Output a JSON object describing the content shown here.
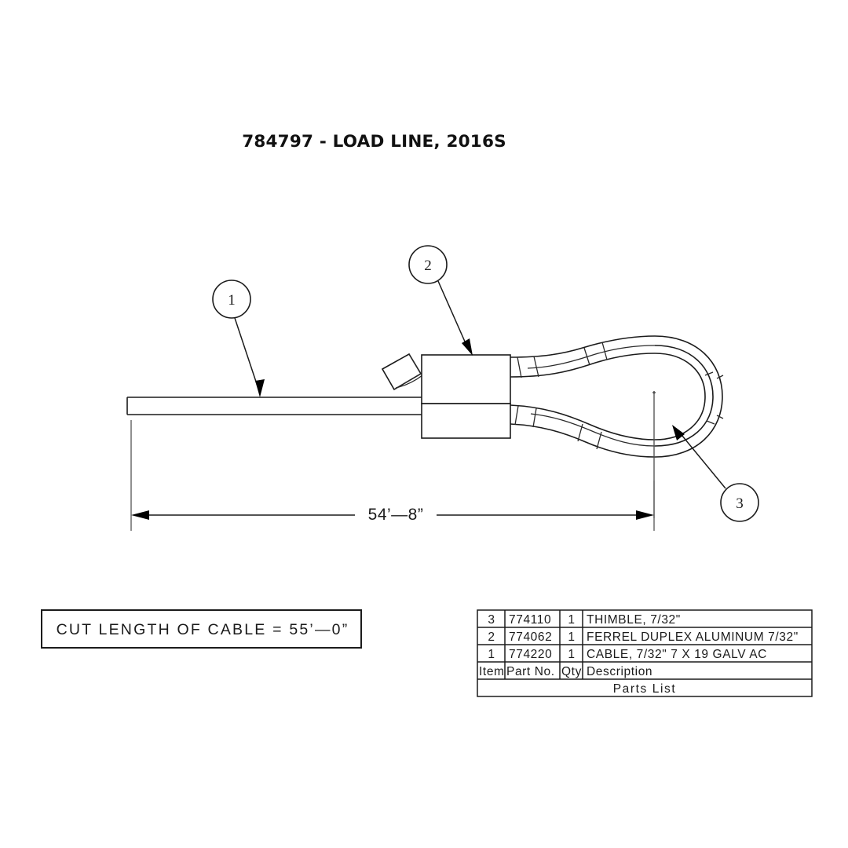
{
  "title": "784797 - LOAD LINE, 2016S",
  "drawing": {
    "name": "load-line-cable-assembly",
    "balloons": [
      {
        "id": "1",
        "label": "1",
        "refers_to": "cable"
      },
      {
        "id": "2",
        "label": "2",
        "refers_to": "ferrel-duplex-aluminum"
      },
      {
        "id": "3",
        "label": "3",
        "refers_to": "thimble"
      }
    ],
    "dimension": {
      "label": "54’—8”",
      "description": "overall assembled length"
    }
  },
  "note_box": {
    "text": "CUT  LENGTH  OF  CABLE  =  55’—0”"
  },
  "parts_list": {
    "title": "Parts  List",
    "columns": [
      "Item",
      "Part  No.",
      "Qty",
      "Description"
    ],
    "rows": [
      {
        "item": "3",
        "part_no": "774110",
        "qty": "1",
        "description": "THIMBLE,  7/32\""
      },
      {
        "item": "2",
        "part_no": "774062",
        "qty": "1",
        "description": "FERREL  DUPLEX  ALUMINUM  7/32\""
      },
      {
        "item": "1",
        "part_no": "774220",
        "qty": "1",
        "description": "CABLE,  7/32\"  7  X  19  GALV  AC"
      }
    ]
  },
  "colors": {
    "line": "#1b1b1b",
    "background": "#ffffff",
    "ext_line": "#555555"
  }
}
